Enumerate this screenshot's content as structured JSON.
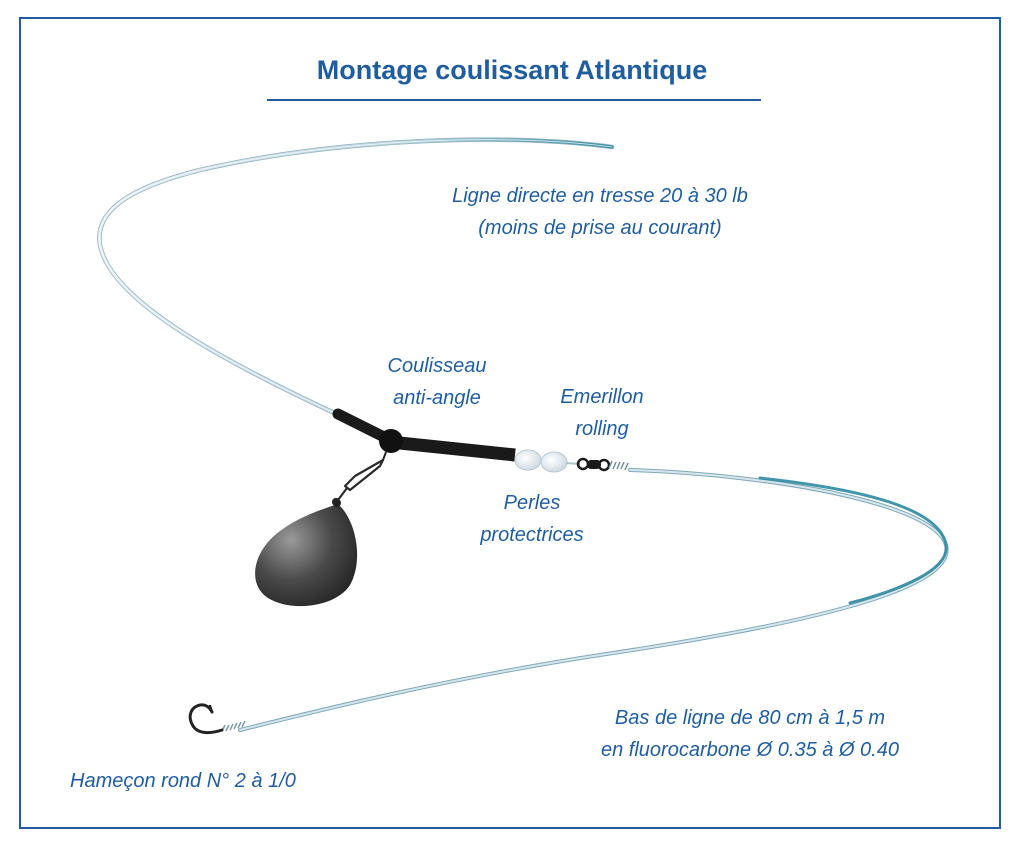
{
  "title": "Montage coulissant Atlantique",
  "labels": {
    "line": [
      "Ligne directe en tresse 20 à 30 lb",
      "(moins de prise au courant)"
    ],
    "slider": [
      "Coulisseau",
      "anti-angle"
    ],
    "swivel": [
      "Emerillon",
      "rolling"
    ],
    "beads": [
      "Perles",
      "protectrices"
    ],
    "leader": [
      "Bas de ligne de 80 cm à 1,5 m",
      "en fluorocarbone Ø 0.35 à Ø 0.40"
    ],
    "hook": "Hameçon rond N° 2 à 1/0"
  },
  "colors": {
    "accent": "#1f5d9e",
    "line_start": "#dfe9ef",
    "line_end": "#2f8aa0",
    "lead": "#3a3a3a"
  }
}
